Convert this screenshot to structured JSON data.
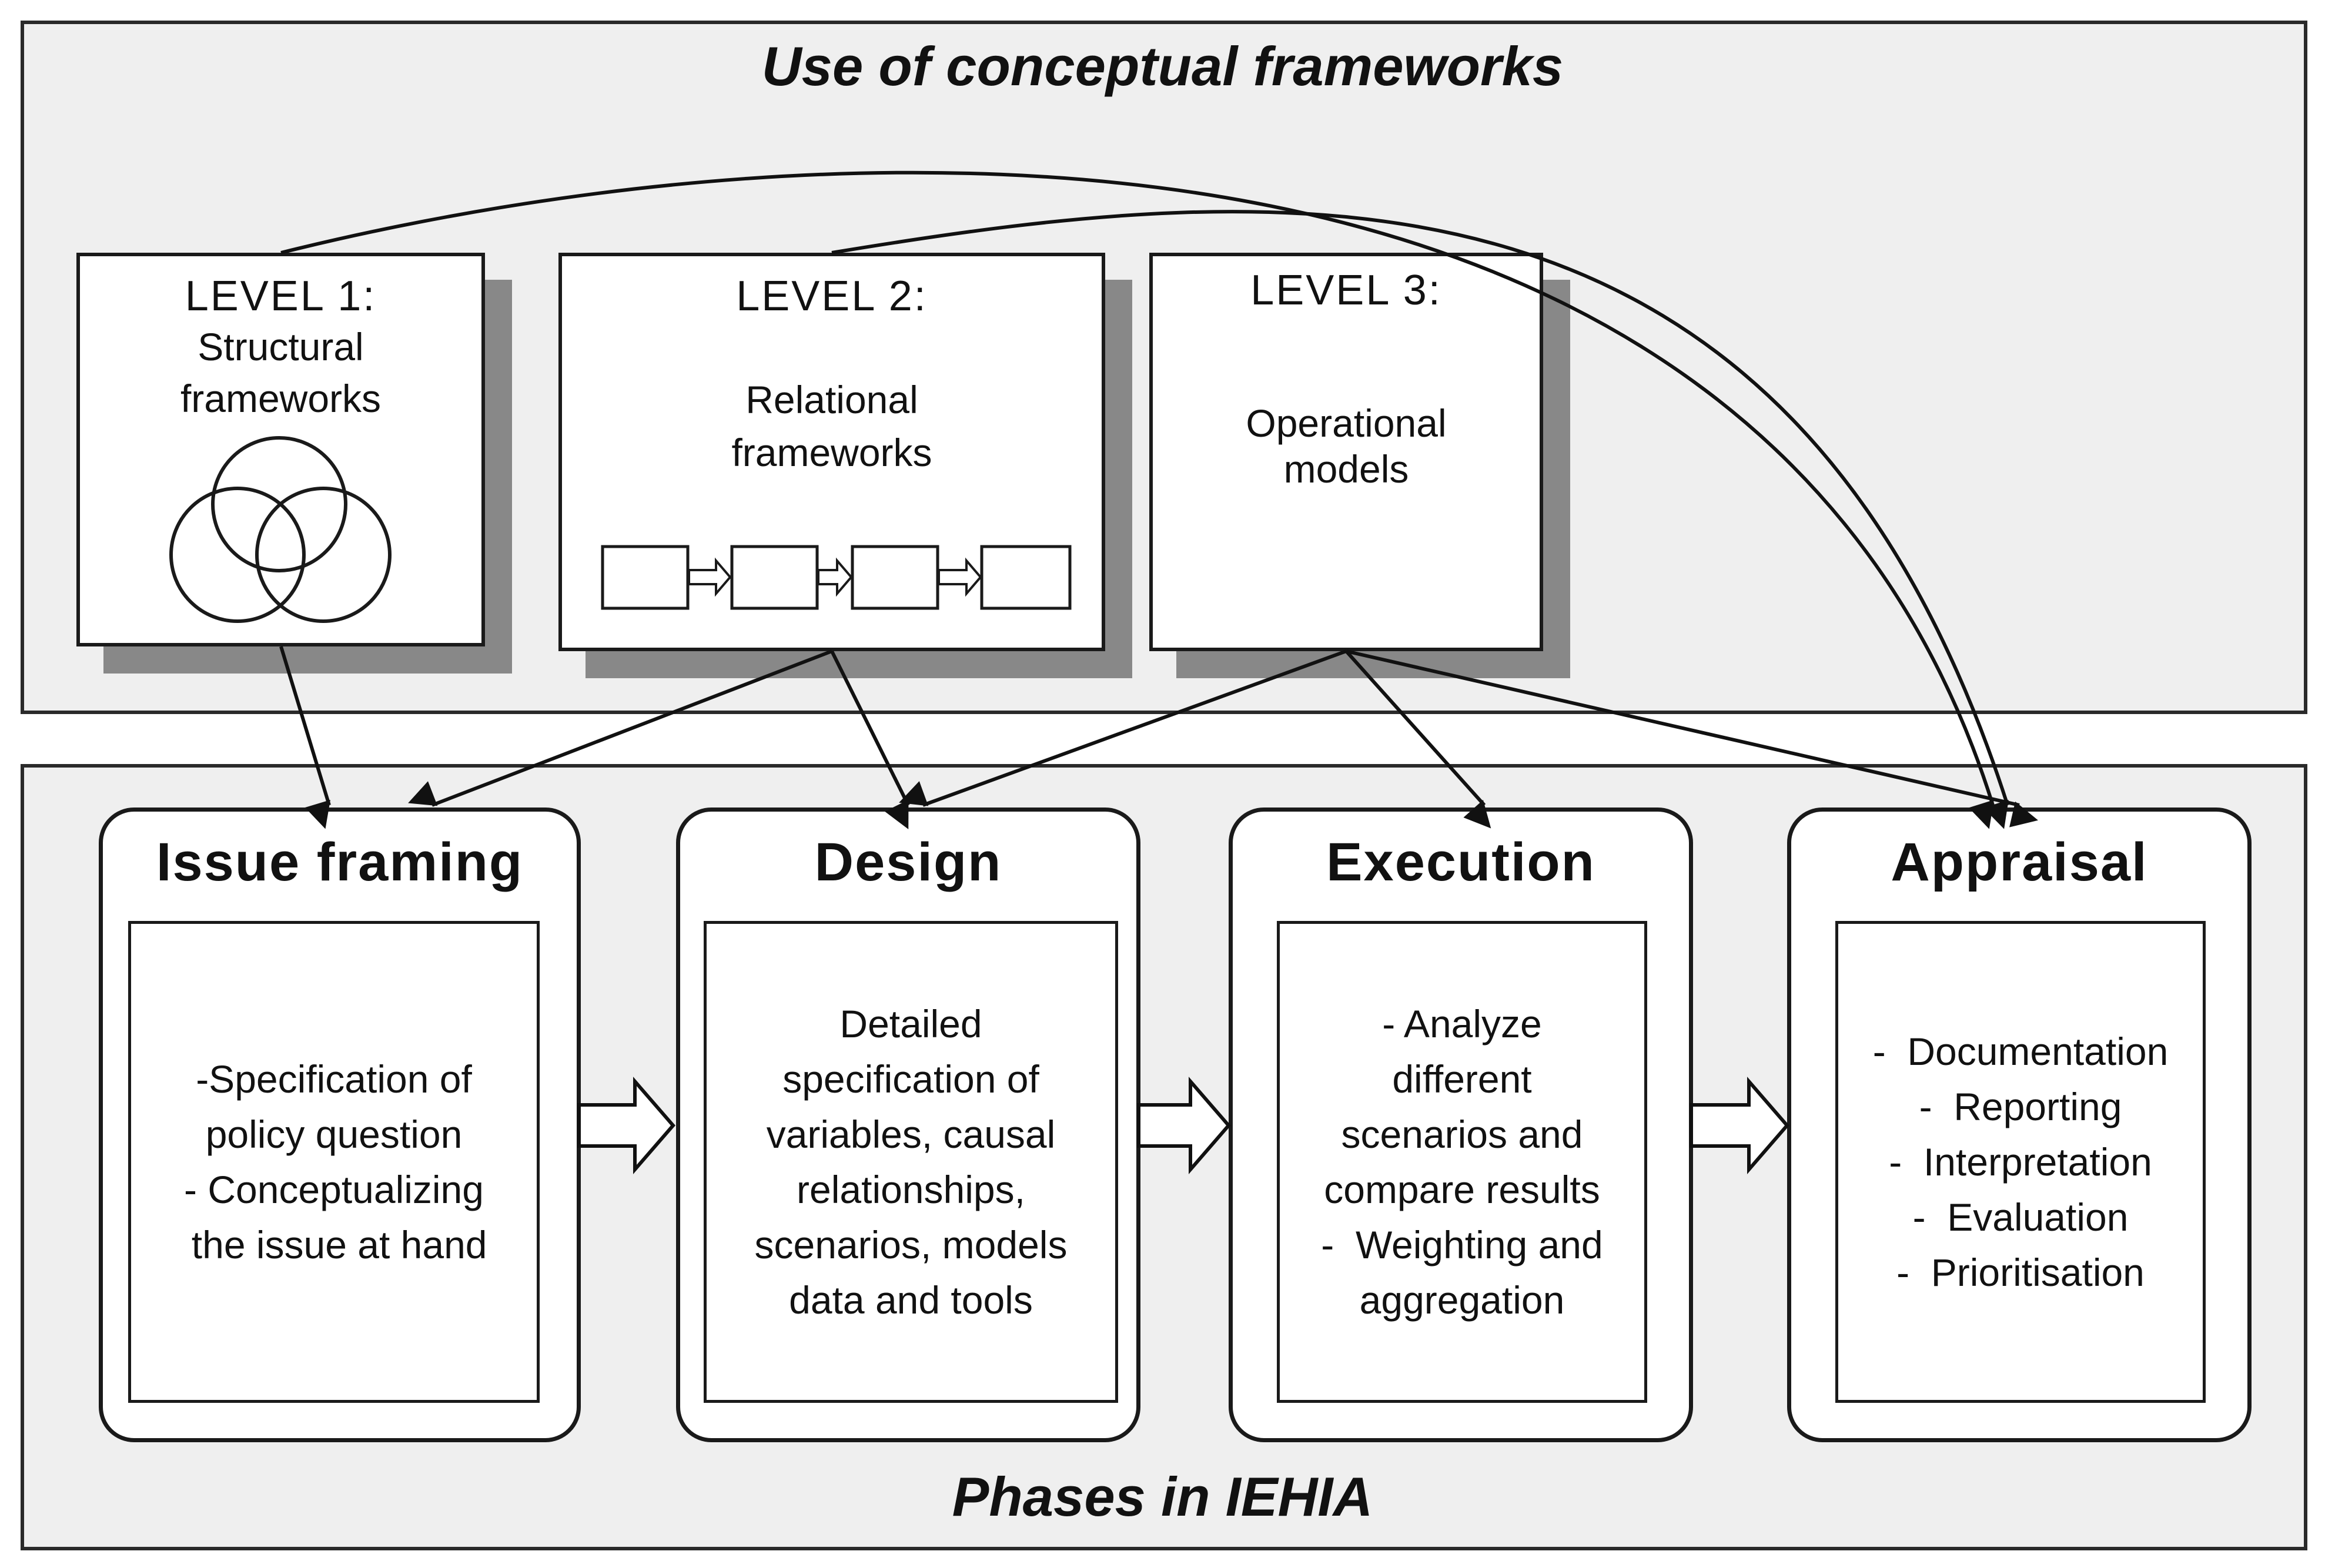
{
  "top_panel": {
    "title": "Use of conceptual frameworks"
  },
  "bottom_panel": {
    "title": "Phases in IEHIA"
  },
  "levels": [
    {
      "head": "LEVEL 1:",
      "sub1": "Structural",
      "sub2": "frameworks",
      "figure": "venn-three-circles"
    },
    {
      "head": "LEVEL 2:",
      "sub1": "Relational",
      "sub2": "frameworks",
      "figure": "four-linked-boxes"
    },
    {
      "head": "LEVEL 3:",
      "sub1": "Operational",
      "sub2": "models",
      "figure": ""
    }
  ],
  "phases": [
    {
      "title": "Issue framing",
      "lines": [
        "-Specification of",
        "policy question",
        "- Conceptualizing",
        " the issue at hand"
      ]
    },
    {
      "title": "Design",
      "lines": [
        "Detailed",
        "specification of",
        "variables, causal",
        "relationships,",
        "scenarios, models",
        "data and tools"
      ]
    },
    {
      "title": "Execution",
      "lines": [
        "- Analyze",
        "different",
        "scenarios and",
        "compare results",
        "-  Weighting and",
        "aggregation"
      ]
    },
    {
      "title": "Appraisal",
      "lines": [
        "-  Documentation",
        "-  Reporting",
        "-  Interpretation",
        "-  Evaluation",
        "-  Prioritisation"
      ]
    }
  ],
  "colors": {
    "panel_bg": "#efefef",
    "border": "#1a1a1a",
    "shadow": "#888888",
    "box_bg": "#ffffff"
  }
}
